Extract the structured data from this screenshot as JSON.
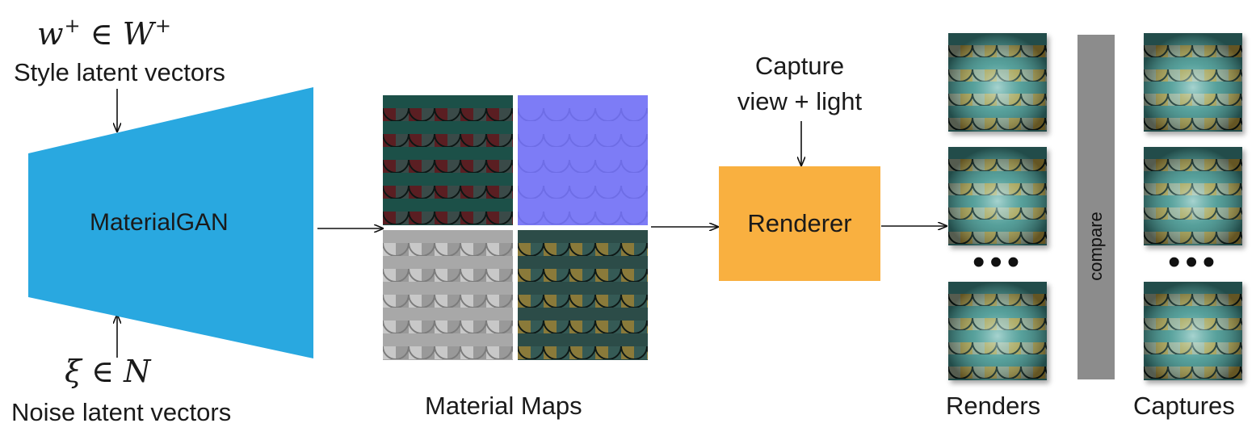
{
  "generator": {
    "style_math": {
      "var": "w",
      "sup": "+",
      "op": "∈",
      "set": "W",
      "set_sup": "+"
    },
    "style_label": "Style latent vectors",
    "noise_math": {
      "var": "ξ",
      "op": "∈",
      "set": "N"
    },
    "noise_label": "Noise latent vectors",
    "name": "MaterialGAN",
    "color": "#29a8e0"
  },
  "material_maps": {
    "label": "Material Maps",
    "maps": [
      "diffuse",
      "normal",
      "roughness",
      "specular"
    ]
  },
  "renderer": {
    "label": "Renderer",
    "input_label_line1": "Capture",
    "input_label_line2": "view + light",
    "color": "#f9b040"
  },
  "outputs": {
    "renders_label": "Renders",
    "captures_label": "Captures",
    "compare_label": "compare",
    "ellipsis": "•••",
    "compare_color": "#8c8c8c"
  }
}
